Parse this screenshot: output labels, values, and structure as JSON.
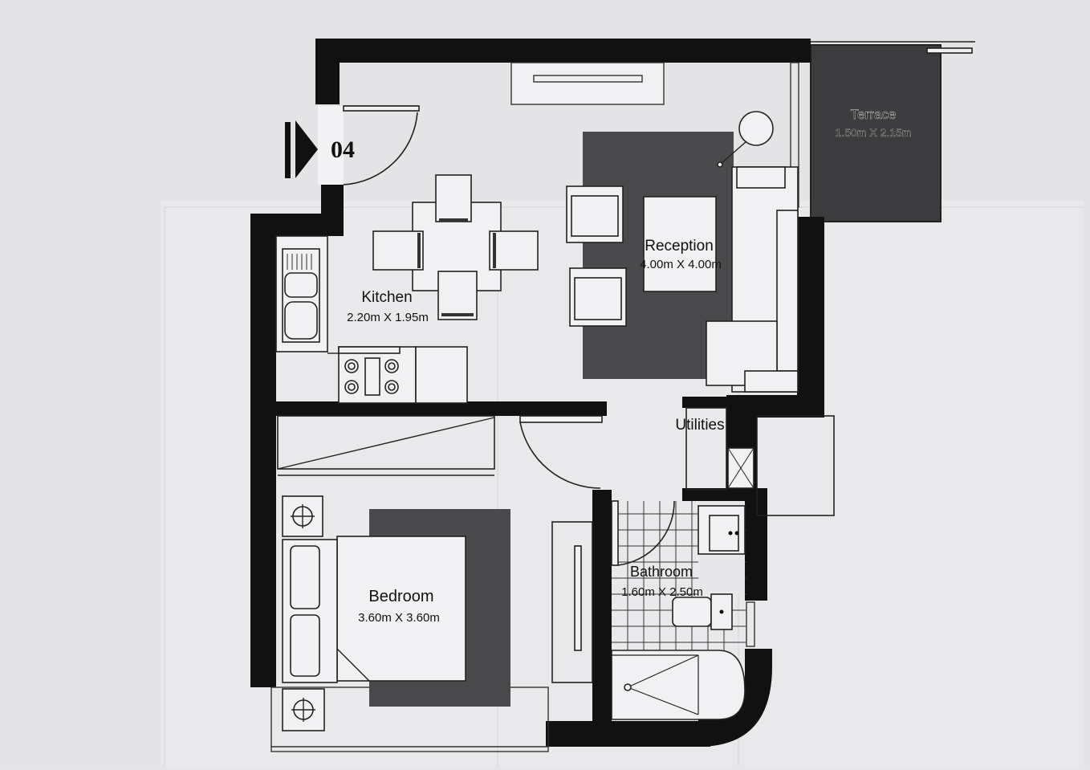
{
  "unit": {
    "number": "04"
  },
  "rooms": {
    "terrace": {
      "name": "Terrace",
      "size": "1.50m X 2.15m"
    },
    "kitchen": {
      "name": "Kitchen",
      "size": "2.20m X 1.95m"
    },
    "reception": {
      "name": "Reception",
      "size": "4.00m X 4.00m"
    },
    "utilities": {
      "name": "Utilities"
    },
    "bedroom": {
      "name": "Bedroom",
      "size": "3.60m X 3.60m"
    },
    "bathroom": {
      "name": "Bathroom",
      "size": "1.60m X 2.50m"
    }
  },
  "colors": {
    "wall": "#111111",
    "paper": "#e6e6e9",
    "rug": "#4a4a4c",
    "terrace": "#3c3c3e"
  }
}
